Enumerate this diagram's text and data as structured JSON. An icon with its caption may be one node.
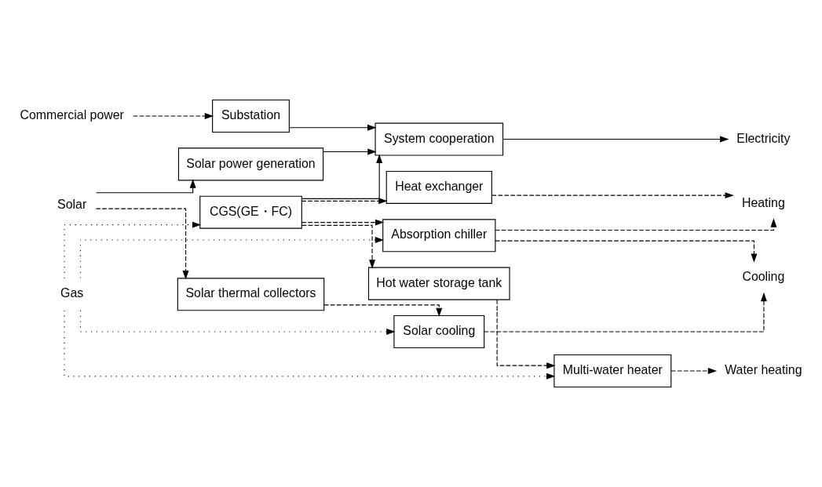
{
  "diagram": {
    "nodes": [
      {
        "text": [
          "Commercial power"
        ]
      },
      {
        "text": [
          "Substation"
        ]
      },
      {
        "text": [
          "Solar"
        ]
      },
      {
        "text": [
          "Solar power generation"
        ]
      },
      {
        "text": [
          "System cooperation"
        ]
      },
      {
        "text": [
          "Electricity"
        ]
      },
      {
        "text": [
          "Gas"
        ]
      },
      {
        "text": [
          "CGS(GE・FC)"
        ]
      },
      {
        "text": [
          "Hot water storage tank"
        ]
      },
      {
        "text": [
          "Multi-water heater"
        ]
      },
      {
        "text": [
          "Water heating"
        ]
      },
      {
        "text": [
          "Heat exchanger"
        ]
      },
      {
        "text": [
          "Heating"
        ]
      },
      {
        "text": [
          "Solar thermal collectors"
        ]
      },
      {
        "text": [
          "Solar cooling"
        ]
      },
      {
        "text": [
          "Cooling"
        ]
      },
      {
        "text": [
          "Absorption chiller"
        ]
      }
    ],
    "edges": [
      {
        "from": 0,
        "to": 1,
        "arrow": "to",
        "style": "dashed"
      },
      {
        "from": 1,
        "to": 4,
        "arrow": "to"
      },
      {
        "from": 2,
        "to": 3,
        "arrow": "to"
      },
      {
        "from": 3,
        "to": 4,
        "arrow": "to"
      },
      {
        "from": 4,
        "to": 5,
        "arrow": "to"
      },
      {
        "from": 7,
        "to": 4,
        "arrow": "to"
      },
      {
        "from": 2,
        "to": 13,
        "arrow": "to",
        "style": "dashed"
      },
      {
        "from": 6,
        "to": 7,
        "arrow": "to",
        "style": "dashed"
      },
      {
        "from": 6,
        "to": 9,
        "arrow": "to",
        "style": "dashed"
      },
      {
        "from": 6,
        "to": 14,
        "arrow": "to",
        "style": "dashed"
      },
      {
        "from": 6,
        "to": 16,
        "arrow": "to",
        "style": "dashed"
      },
      {
        "from": 7,
        "to": 8,
        "arrow": "to",
        "style": "dashed"
      },
      {
        "from": 7,
        "to": 11,
        "arrow": "to",
        "style": "dashed"
      },
      {
        "from": 7,
        "to": 16,
        "arrow": "to",
        "style": "dashed"
      },
      {
        "from": 8,
        "to": 9,
        "arrow": "to",
        "style": "dashed"
      },
      {
        "from": 9,
        "to": 10,
        "arrow": "to",
        "style": "dashed"
      },
      {
        "from": 11,
        "to": 12,
        "arrow": "to",
        "style": "dashed"
      },
      {
        "from": 13,
        "to": 14,
        "arrow": "to",
        "style": "dashed"
      },
      {
        "from": 14,
        "to": 15,
        "arrow": "to",
        "style": "dashed"
      },
      {
        "from": 16,
        "to": 12,
        "arrow": "to",
        "style": "dashed"
      },
      {
        "from": 16,
        "to": 15,
        "arrow": "to",
        "style": "dashed"
      }
    ]
  }
}
